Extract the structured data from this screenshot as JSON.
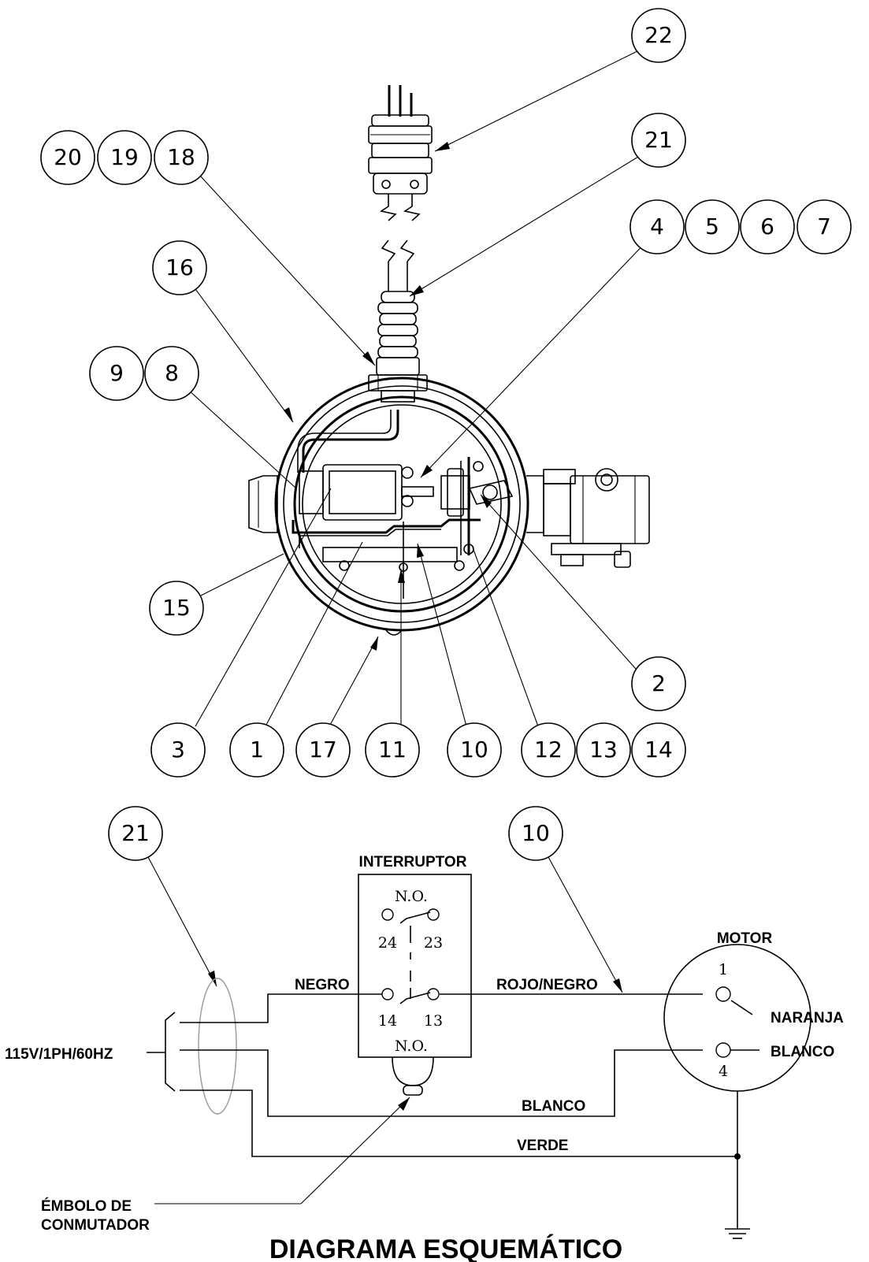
{
  "callouts": {
    "c22": "22",
    "c21_top": "21",
    "c20": "20",
    "c19": "19",
    "c18": "18",
    "c4": "4",
    "c5": "5",
    "c6": "6",
    "c7": "7",
    "c16": "16",
    "c9": "9",
    "c8": "8",
    "c15": "15",
    "c2": "2",
    "c3": "3",
    "c1": "1",
    "c17": "17",
    "c11": "11",
    "c10_top": "10",
    "c12": "12",
    "c13": "13",
    "c14": "14",
    "c21_schem": "21",
    "c10_schem": "10"
  },
  "schematic": {
    "supply_label": "115V/1PH/60HZ",
    "switch_title": "INTERRUPTOR",
    "no_top": "N.O.",
    "no_bottom": "N.O.",
    "t24": "24",
    "t23": "23",
    "t14": "14",
    "t13": "13",
    "wire_negro": "NEGRO",
    "wire_rojo_negro": "ROJO/NEGRO",
    "wire_blanco_bottom": "BLANCO",
    "wire_verde": "VERDE",
    "motor_title": "MOTOR",
    "motor_t1": "1",
    "motor_t4": "4",
    "motor_naranja": "NARANJA",
    "motor_blanco": "BLANCO",
    "plunger_label_1": "ÉMBOLO DE",
    "plunger_label_2": "CONMUTADOR",
    "title": "DIAGRAMA ESQUEMÁTICO"
  }
}
